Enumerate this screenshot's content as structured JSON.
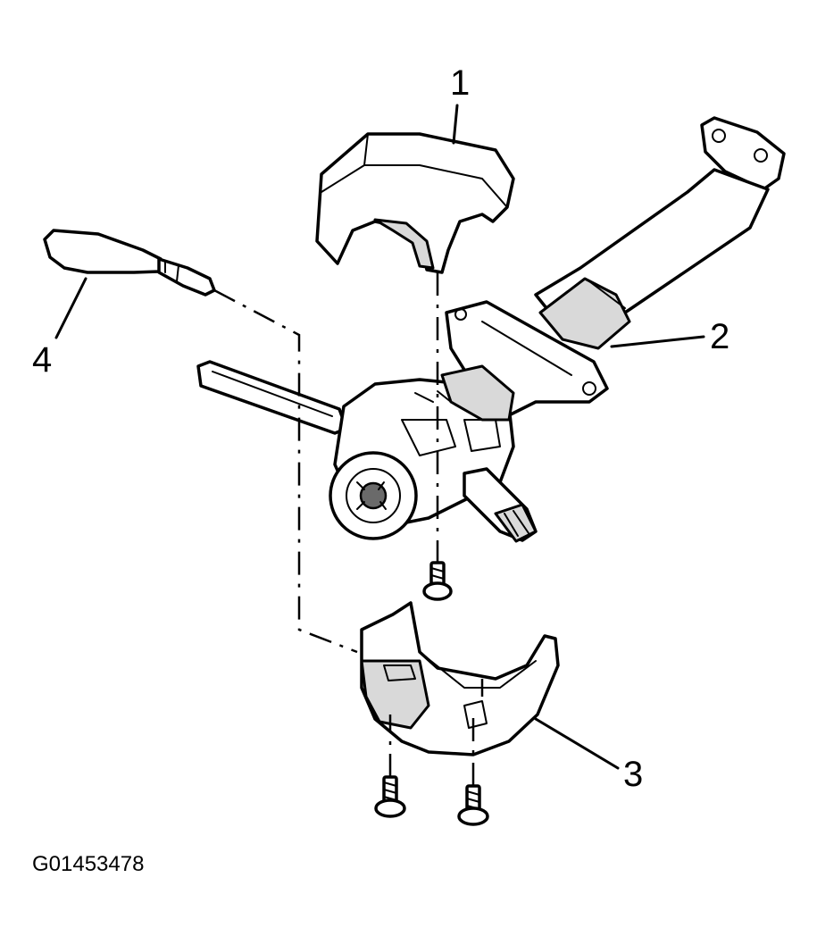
{
  "callouts": {
    "c1": "1",
    "c2": "2",
    "c3": "3",
    "c4": "4"
  },
  "figure_id": "G01453478",
  "parts": {
    "upper_cover": "upper-steering-column-cover",
    "column": "steering-column",
    "lower_cover": "lower-steering-column-cover",
    "lever_cap": "multifunction-lever-cap"
  }
}
